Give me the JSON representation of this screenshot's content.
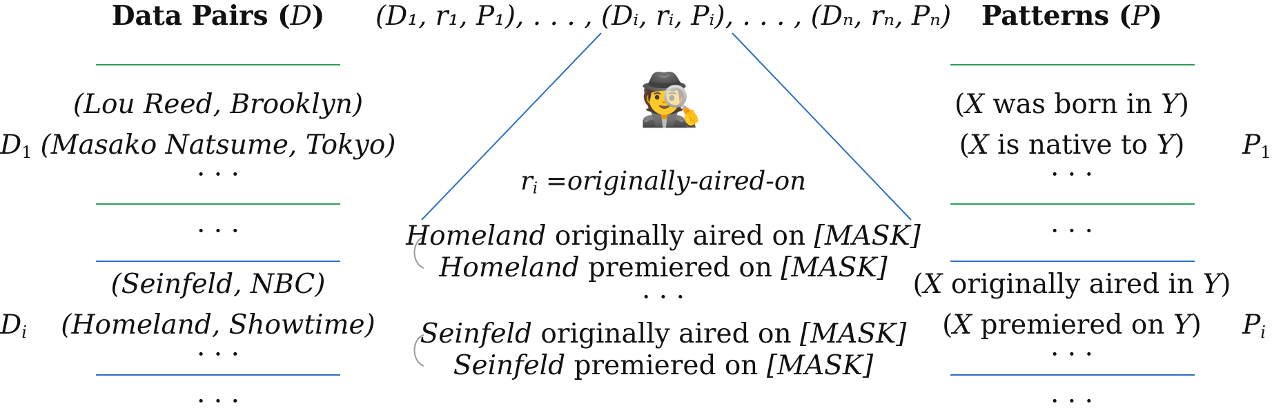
{
  "left": {
    "header": "Data Pairs (",
    "header_var": "D",
    "header_close": ")",
    "group1_label": "D",
    "group1_label_sub": "1",
    "group1_pairs": [
      "(Lou Reed, Brooklyn)",
      "(Masako Natsume, Tokyo)"
    ],
    "group2_label": "D",
    "group2_label_sub": "i",
    "group2_pairs": [
      "(Seinfeld, NBC)",
      "(Homeland, Showtime)"
    ],
    "ellipsis": "· · ·"
  },
  "center": {
    "tuple_sequence": "(D₁, r₁, P₁), . . . , (Dᵢ, rᵢ, Pᵢ), . . . , (Dₙ, rₙ, Pₙ)",
    "detective_icon": "detective-emoji",
    "relation_var": "r",
    "relation_var_sub": "i",
    "relation_eq": " =",
    "relation_name": "originally-aired-on",
    "prompts_group1": [
      {
        "subject": "Homeland",
        "text": " originally aired on ",
        "mask": "[MASK]"
      },
      {
        "subject": "Homeland",
        "text": " premiered on ",
        "mask": "[MASK]"
      }
    ],
    "prompts_group2": [
      {
        "subject": "Seinfeld",
        "text": " originally aired on ",
        "mask": "[MASK]"
      },
      {
        "subject": "Seinfeld",
        "text": " premiered on ",
        "mask": "[MASK]"
      }
    ],
    "ellipsis": "· · ·"
  },
  "right": {
    "header": "Patterns (",
    "header_var": "P",
    "header_close": ")",
    "group1_label": "P",
    "group1_label_sub": "1",
    "group1_patterns": [
      {
        "x": "X",
        "text": " was born in ",
        "y": "Y"
      },
      {
        "x": "X",
        "text": " is native to ",
        "y": "Y"
      }
    ],
    "group2_label": "P",
    "group2_label_sub": "i",
    "group2_patterns": [
      {
        "x": "X",
        "text": " originally aired in ",
        "y": "Y"
      },
      {
        "x": "X",
        "text": " premiered on ",
        "y": "Y"
      }
    ],
    "ellipsis": "· · ·"
  },
  "colors": {
    "green_rule": "#2e9d57",
    "blue_rule": "#2b6fc2",
    "brace": "#9a9a9a"
  }
}
